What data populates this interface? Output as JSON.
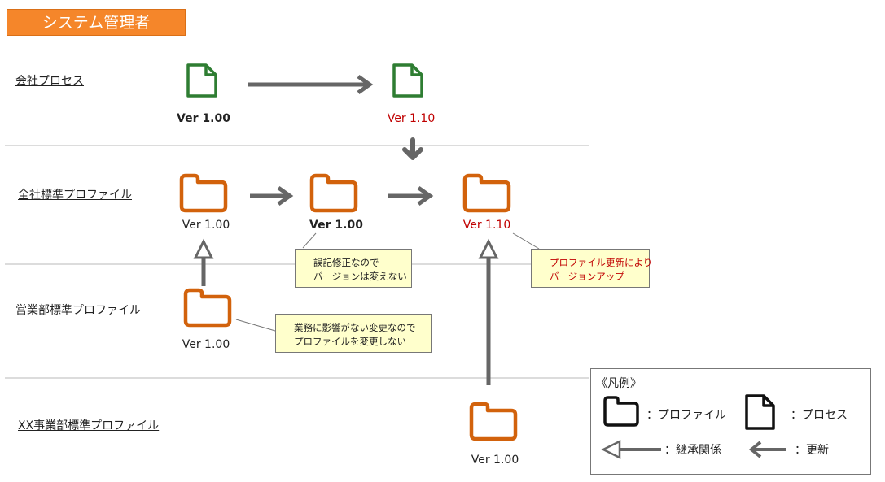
{
  "header": {
    "title": "システム管理者"
  },
  "colors": {
    "header_bg": "#f5862a",
    "process_icon": "#2e7d32",
    "profile_icon": "#d2620c",
    "arrow": "#666666",
    "version_changed": "#c00000",
    "note_bg": "#ffffcc"
  },
  "rows": [
    {
      "label": "会社プロセス"
    },
    {
      "label": "全社標準プロファイル"
    },
    {
      "label": "営業部標準プロファイル"
    },
    {
      "label": "XX事業部標準プロファイル"
    }
  ],
  "nodes": {
    "process_v100": {
      "icon": "process-icon",
      "version": "Ver 1.00"
    },
    "process_v110": {
      "icon": "process-icon",
      "version": "Ver 1.10"
    },
    "company_profile_v100_a": {
      "icon": "profile-folder-icon",
      "version": "Ver 1.00"
    },
    "company_profile_v100_b": {
      "icon": "profile-folder-icon",
      "version": "Ver 1.00"
    },
    "company_profile_v110": {
      "icon": "profile-folder-icon",
      "version": "Ver 1.10"
    },
    "sales_profile_v100": {
      "icon": "profile-folder-icon",
      "version": "Ver 1.00"
    },
    "xx_profile_v100": {
      "icon": "profile-folder-icon",
      "version": "Ver 1.00"
    }
  },
  "notes": {
    "typo_fix": [
      "誤記修正なので",
      "バージョンは変えない"
    ],
    "version_up": [
      "プロファイル更新により",
      "バージョンアップ"
    ],
    "no_impact": [
      "業務に影響がない変更なので",
      "プロファイルを変更しない"
    ]
  },
  "legend": {
    "title": "《凡例》",
    "profile": "：プロファイル",
    "process": "：プロセス",
    "inheritance": "：継承関係",
    "update": "：更新"
  }
}
